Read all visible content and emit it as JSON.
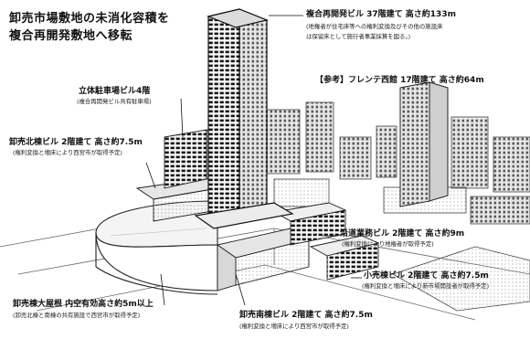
{
  "title": {
    "line1": "卸売市場敷地の未消化容積を",
    "line2": "複合再開発敷地へ移転"
  },
  "labels": {
    "tower_main": "複合再開発ビル 37階建て 高さ約133m",
    "tower_note1": "(地権者が住宅床等への権利変換及びその他の施設床",
    "tower_note2": "は保留床として施行者事業採算を図る。)",
    "reference": "【参考】フレンテ西館 17階建て 高さ約64m",
    "parking_main": "立体駐車場ビル4階",
    "parking_note": "(複合再開発ビル共有駐車場)",
    "north_main": "卸売北棟ビル 2階建て 高さ約7.5m",
    "north_note": "(権利変換と増床により西宮市が取得予定)",
    "enroad_main": "沿道業務ビル 2階建て 高さ約9m",
    "enroad_note": "(権利変換により地権者が取得予定)",
    "retail_main": "小売棟ビル 2階建て 高さ約7.5m",
    "retail_note": "(権利変換と増床により新市場開設者が取得予定)",
    "hall_main": "卸売棟大屋根 内空有効高さ約5m以上",
    "hall_note": "(卸売北棟と南棟の共有施設で西宮市が取得予定)",
    "south_main": "卸売南棟ビル 2階建て 高さ約7.5m",
    "south_note": "(権利変換と増床により西宮市が取得予定)"
  }
}
